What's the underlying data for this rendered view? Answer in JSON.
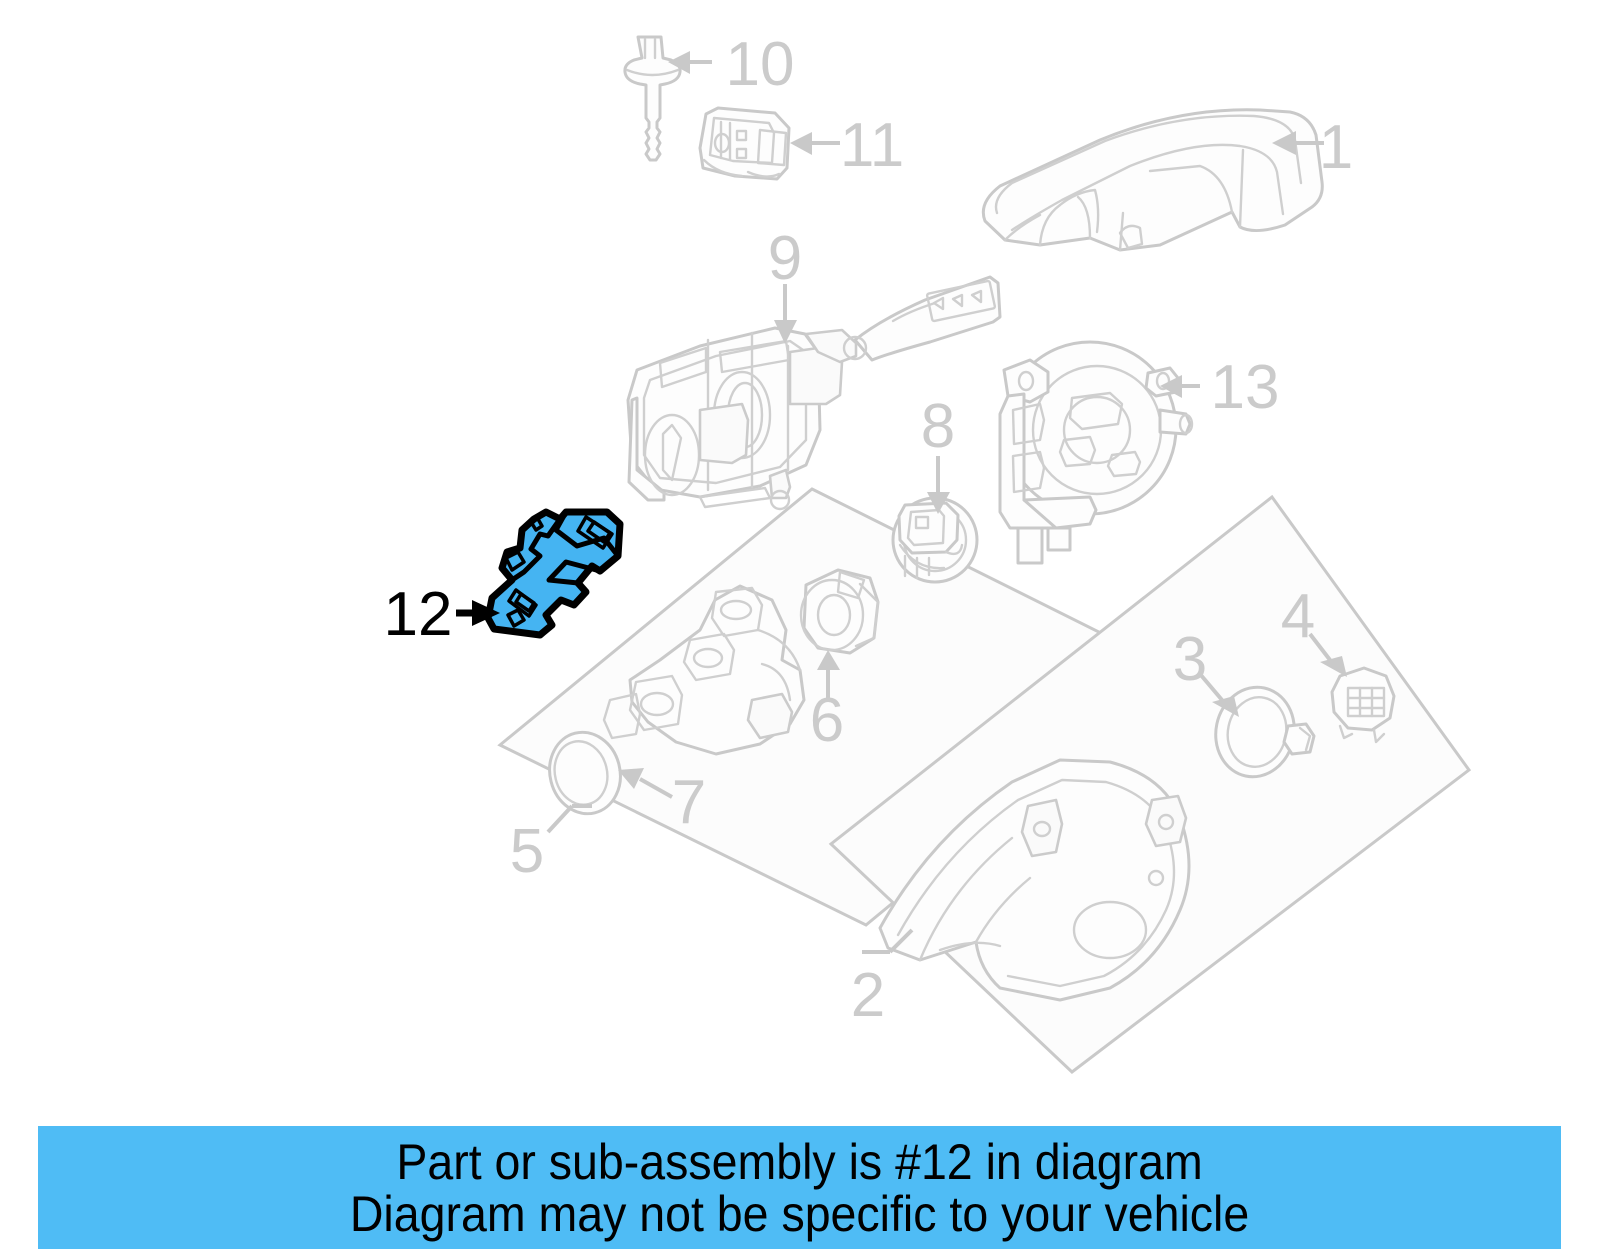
{
  "diagram": {
    "kind": "automotive-exploded-parts-diagram",
    "subject": "Steering column switch / cover assembly",
    "background_color": "#ffffff",
    "line_color": "#c9c9c9",
    "highlight_color": "#45b4f2",
    "highlight_outline_color": "#000000",
    "highlighted_part_number": "12"
  },
  "callouts": [
    {
      "id": "1",
      "label": "1",
      "part": "upper-steering-column-cover",
      "highlighted": false
    },
    {
      "id": "2",
      "label": "2",
      "part": "lower-cover-group-box",
      "highlighted": false
    },
    {
      "id": "3",
      "label": "3",
      "part": "ignition-lock-ring",
      "highlighted": false
    },
    {
      "id": "4",
      "label": "4",
      "part": "trim-cap",
      "highlighted": false
    },
    {
      "id": "5",
      "label": "5",
      "part": "lock-housing-group-box",
      "highlighted": false
    },
    {
      "id": "6",
      "label": "6",
      "part": "ignition-lock-cylinder",
      "highlighted": false
    },
    {
      "id": "7",
      "label": "7",
      "part": "seal-ring",
      "highlighted": false
    },
    {
      "id": "8",
      "label": "8",
      "part": "lock-cylinder-connector",
      "highlighted": false
    },
    {
      "id": "9",
      "label": "9",
      "part": "combination-switch",
      "highlighted": false
    },
    {
      "id": "10",
      "label": "10",
      "part": "mounting-bolt",
      "highlighted": false
    },
    {
      "id": "11",
      "label": "11",
      "part": "steering-angle-sensor",
      "highlighted": false
    },
    {
      "id": "12",
      "label": "12",
      "part": "switch-module",
      "highlighted": true
    },
    {
      "id": "13",
      "label": "13",
      "part": "clock-spring",
      "highlighted": false
    }
  ],
  "banner": {
    "background_color": "#4fbcf5",
    "text_color": "#000000",
    "line1": "Part or sub-assembly is #12 in diagram",
    "line2": "Diagram may not be specific to your vehicle"
  }
}
